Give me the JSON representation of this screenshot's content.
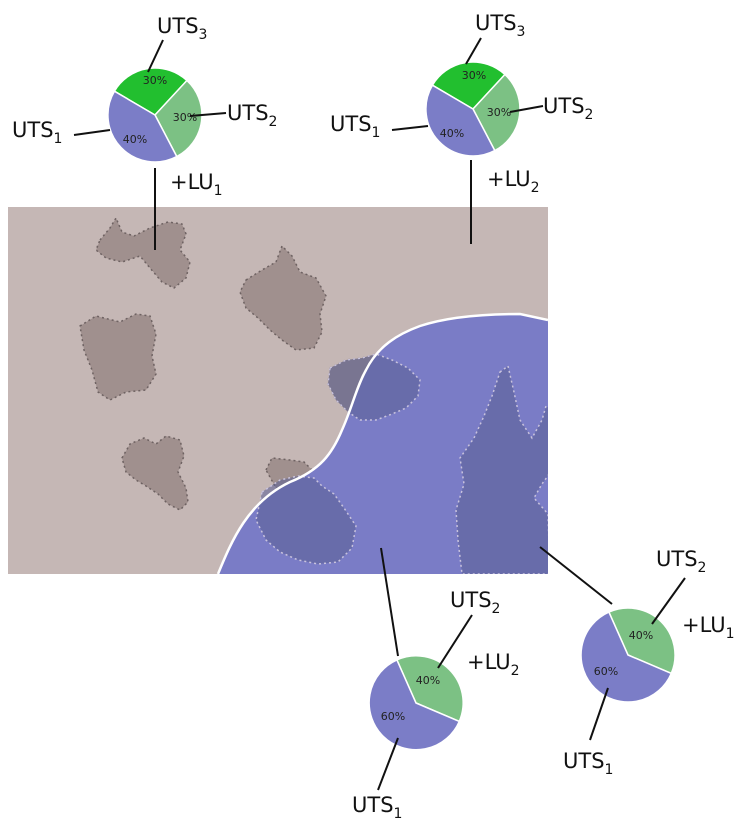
{
  "colors": {
    "land_brown": "#c5b7b5",
    "land_blue": "#7a7cc6",
    "soil_patch": "#a0908e",
    "uts1": "#7b7dc7",
    "uts2": "#7cc184",
    "uts3": "#22bf2f",
    "boundary": "#ffffff"
  },
  "pies": [
    {
      "slices": [
        {
          "label_main": "UTS",
          "label_sub": "3",
          "value": "30%"
        },
        {
          "label_main": "UTS",
          "label_sub": "2",
          "value": "30%"
        },
        {
          "label_main": "UTS",
          "label_sub": "1",
          "value": "40%"
        }
      ],
      "unit_main": "+LU",
      "unit_sub": "1"
    },
    {
      "slices": [
        {
          "label_main": "UTS",
          "label_sub": "3",
          "value": "30%"
        },
        {
          "label_main": "UTS",
          "label_sub": "2",
          "value": "30%"
        },
        {
          "label_main": "UTS",
          "label_sub": "1",
          "value": "40%"
        }
      ],
      "unit_main": "+LU",
      "unit_sub": "2"
    },
    {
      "slices": [
        {
          "label_main": "UTS",
          "label_sub": "2",
          "value": "40%"
        },
        {
          "label_main": "UTS",
          "label_sub": "1",
          "value": "60%"
        }
      ],
      "unit_main": "+LU",
      "unit_sub": "2"
    },
    {
      "slices": [
        {
          "label_main": "UTS",
          "label_sub": "2",
          "value": "40%"
        },
        {
          "label_main": "UTS",
          "label_sub": "1",
          "value": "60%"
        }
      ],
      "unit_main": "+LU",
      "unit_sub": "1"
    }
  ]
}
